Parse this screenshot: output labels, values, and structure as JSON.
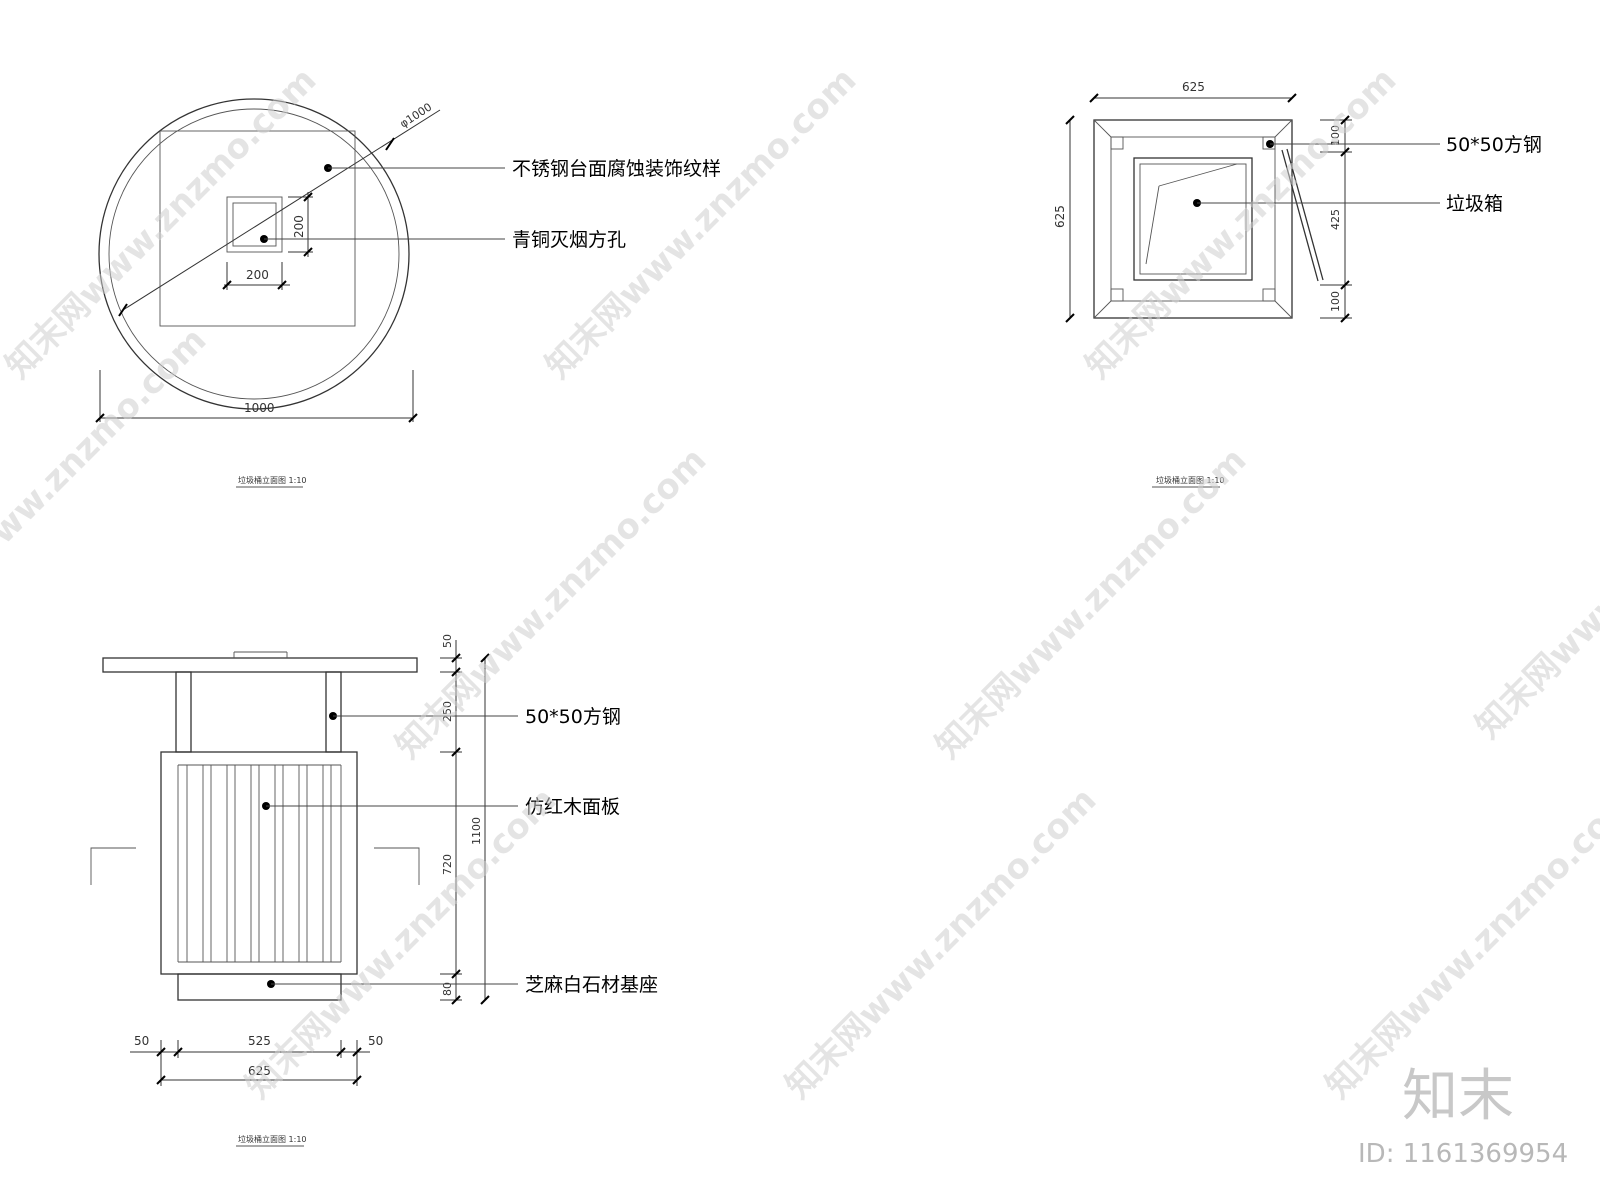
{
  "plan_view": {
    "dims": {
      "diameter": "φ1000",
      "width": "1000",
      "hole_w": "200",
      "hole_h": "200"
    },
    "labels": {
      "top_finish": "不锈钢台面腐蚀装饰纹样",
      "ashtray": "青铜灭烟方孔"
    },
    "caption": "垃圾桶立面图 1:10"
  },
  "section_view": {
    "dims": {
      "width": "625",
      "height": "625",
      "top": "100",
      "middle": "425",
      "bottom": "100"
    },
    "labels": {
      "steel": "50*50方钢",
      "bin": "垃圾箱"
    },
    "caption": "垃圾桶立面图 1:10"
  },
  "elevation_view": {
    "dims": {
      "v_top": "50",
      "v_post": "250",
      "v_body": "720",
      "v_base": "80",
      "v_total": "1100",
      "h_left": "50",
      "h_mid": "525",
      "h_right": "50",
      "h_total": "625"
    },
    "labels": {
      "steel": "50*50方钢",
      "panel": "仿红木面板",
      "base": "芝麻白石材基座"
    },
    "caption": "垃圾桶立面图 1:10"
  },
  "watermark": {
    "text": "知末网www.znzmo.com",
    "logo": "知末",
    "id": "ID: 1161369954"
  }
}
